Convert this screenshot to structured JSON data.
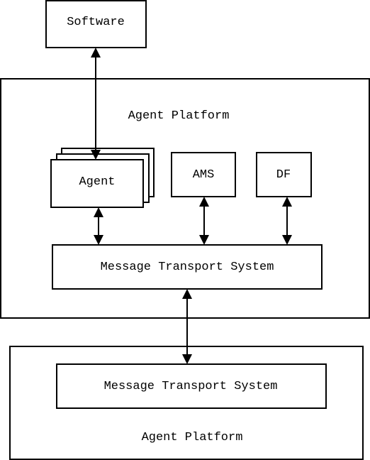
{
  "software": {
    "label": "Software"
  },
  "upper_platform": {
    "label": "Agent Platform",
    "agent": {
      "label": "Agent"
    },
    "ams": {
      "label": "AMS"
    },
    "df": {
      "label": "DF"
    },
    "mts": {
      "label": "Message Transport System"
    }
  },
  "lower_platform": {
    "label": "Agent Platform",
    "mts": {
      "label": "Message Transport System"
    }
  },
  "colors": {
    "stroke": "#000000",
    "background": "#ffffff"
  }
}
